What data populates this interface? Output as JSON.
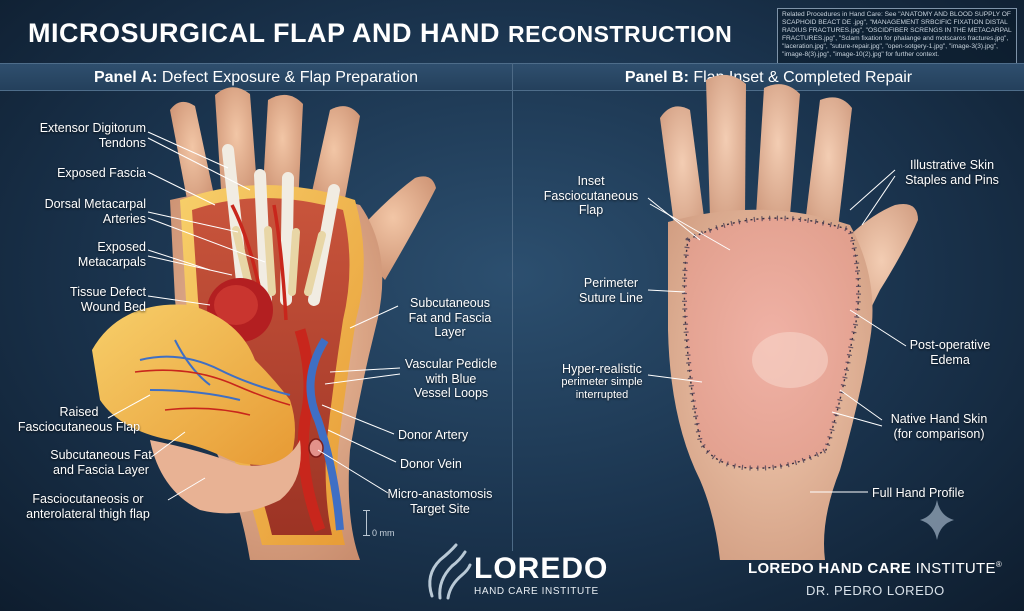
{
  "title": {
    "main": "MICROSURGICAL FLAP AND HAND",
    "tail": "RECONSTRUCTION"
  },
  "reference_note": "Related Procedures in Hand Care: See \"ANATOMY AND BLOOD SUPPLY OF SCAPHOID BEACT DE .jpg\", \"MANAGEMENT SRBCIFIC FIXATION DISTAL RADIUS FRACTURES.jpg\", \"OSCIDFIBER SCRENGS IN THE METACARPAL FRACTURES.jpg\", \"Sclam fixation for phalange and motscaros fractures.jpg\", \"laceration.jpg\", \"suture-repair.jpg\", \"open-sotgery-1.jpg\", \"image-3(3).jpg\", \"image-8(3).jpg\", \"image-10(2).jpg\" for further context.",
  "panel_a": {
    "prefix": "Panel A:",
    "heading": "Defect Exposure & Flap Preparation",
    "labels": {
      "extensor_tendons": [
        "Extensor Digitorum",
        "Tendons"
      ],
      "exposed_fascia": [
        "Exposed Fascia"
      ],
      "dorsal_arteries": [
        "Dorsal Metacarpal",
        "Arteries"
      ],
      "exposed_metacarpals": [
        "Exposed",
        "Metacarpals"
      ],
      "tissue_defect": [
        "Tissue Defect",
        "Wound Bed"
      ],
      "raised_flap": [
        "Raised",
        "Fasciocutaneous Flap"
      ],
      "subcut_fat_left": [
        "Subcutaneous Fat",
        "and Fascia Layer"
      ],
      "flap_type": [
        "Fasciocutaneosis or",
        "anterolateral thigh flap"
      ],
      "subcut_fat_right": [
        "Subcutaneous",
        "Fat and Fascia",
        "Layer"
      ],
      "vascular_pedicle": [
        "Vascular Pedicle",
        "with Blue",
        "Vessel Loops"
      ],
      "donor_artery": [
        "Donor Artery"
      ],
      "donor_vein": [
        "Donor Vein"
      ],
      "micro_anastomosis": [
        "Micro-anastomosis",
        "Target Site"
      ]
    },
    "scale_label": "0 mm"
  },
  "panel_b": {
    "prefix": "Panel B:",
    "heading": "Flap Inset & Completed Repair",
    "labels": {
      "inset_flap": [
        "Inset",
        "Fasciocutaneous",
        "Flap"
      ],
      "perimeter_suture": [
        "Perimeter",
        "Suture Line"
      ],
      "hyper_realistic": [
        "Hyper-realistic",
        "perimeter simple",
        "interrupted"
      ],
      "staples": [
        "Illustrative Skin",
        "Staples and Pins"
      ],
      "edema": [
        "Post-operative",
        "Edema"
      ],
      "native_skin": [
        "Native Hand Skin",
        "(for comparison)"
      ],
      "full_profile": [
        "Full Hand Profile"
      ]
    }
  },
  "branding": {
    "logo_word": "LOREDO",
    "logo_sub": "HAND CARE INSTITUTE",
    "institute_bold": "LOREDO HAND CARE",
    "institute_rest": "INSTITUTE",
    "trademark": "®",
    "doctor": "DR. PEDRO LOREDO"
  },
  "colors": {
    "background": "#1a334d",
    "skin": "#e6b497",
    "muscle": "#b8432f",
    "fat": "#f0b64a",
    "artery": "#c8261c",
    "vein": "#3f6fc4",
    "suture": "#3a3140"
  }
}
